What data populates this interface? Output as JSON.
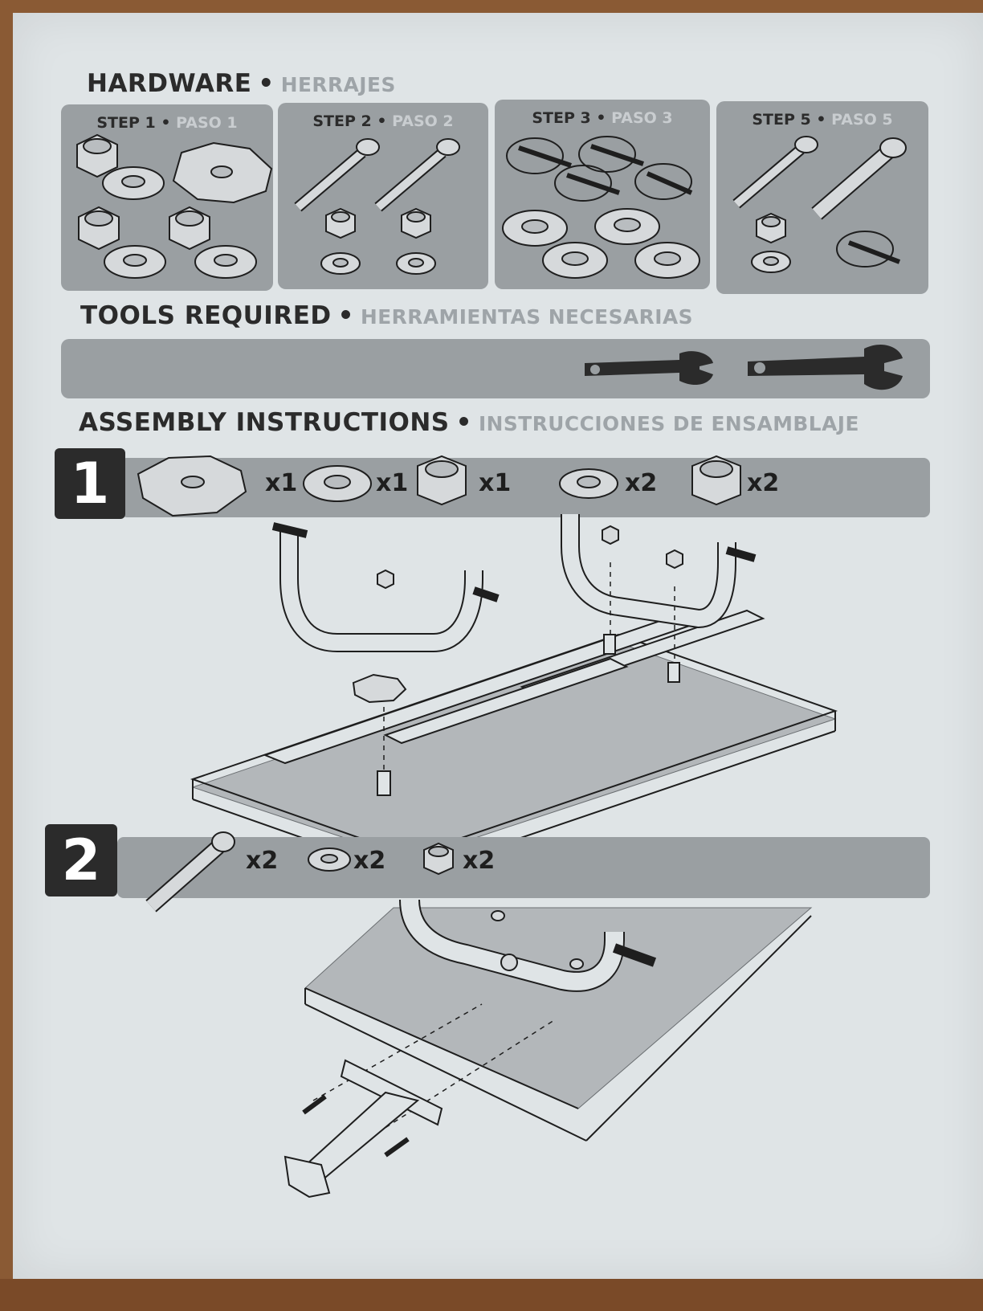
{
  "hardware": {
    "title": "HARDWARE",
    "title_es": "HERRAJES"
  },
  "steps_panels": [
    {
      "label": "STEP 1",
      "label_es": "PASO 1"
    },
    {
      "label": "STEP 2",
      "label_es": "PASO 2"
    },
    {
      "label": "STEP 3",
      "label_es": "PASO 3"
    },
    {
      "label": "STEP 5",
      "label_es": "PASO 5"
    }
  ],
  "tools": {
    "title": "TOOLS REQUIRED",
    "title_es": "HERRAMIENTAS NECESARIAS",
    "icons": [
      "wrench-icon",
      "adjustable-wrench-icon"
    ]
  },
  "assembly": {
    "title": "ASSEMBLY INSTRUCTIONS",
    "title_es": "INSTRUCCIONES DE ENSAMBLAJE"
  },
  "step1": {
    "number": "1",
    "parts": [
      {
        "icon": "octagon-plate-icon",
        "qty": "x1"
      },
      {
        "icon": "washer-icon",
        "qty": "x1"
      },
      {
        "icon": "nut-icon",
        "qty": "x1"
      },
      {
        "icon": "washer-icon",
        "qty": "x2"
      },
      {
        "icon": "nut-icon",
        "qty": "x2"
      }
    ]
  },
  "step2": {
    "number": "2",
    "parts": [
      {
        "icon": "bolt-icon",
        "qty": "x2"
      },
      {
        "icon": "washer-icon",
        "qty": "x2"
      },
      {
        "icon": "nut-icon",
        "qty": "x2"
      }
    ]
  }
}
